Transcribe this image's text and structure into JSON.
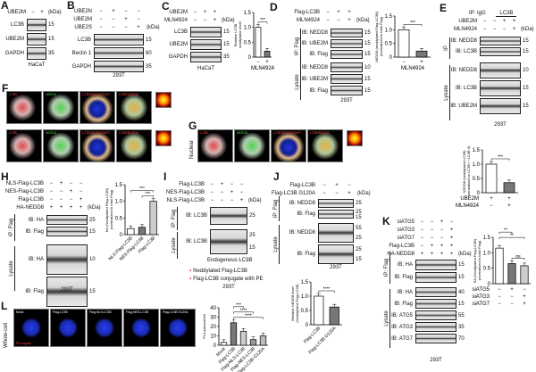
{
  "panels": {
    "A": {
      "letter": "A",
      "kda_header": "(kDa)",
      "conditions": [
        {
          "label": "UBE2M",
          "signs": [
            "−",
            "+"
          ]
        }
      ],
      "blots": [
        {
          "label": "LC3B",
          "kda": [
            "15"
          ]
        },
        {
          "label": "UBE2M",
          "kda": [
            "15"
          ]
        },
        {
          "label": "GAPDH",
          "kda": [
            "35"
          ]
        }
      ],
      "cell": "HaCaT"
    },
    "B": {
      "letter": "B",
      "kda_header": "(kDa)",
      "conditions": [
        {
          "label": "UBE2N",
          "signs": [
            "−",
            "+",
            "−",
            "−"
          ]
        },
        {
          "label": "UBE2M",
          "signs": [
            "−",
            "−",
            "+",
            "−"
          ]
        },
        {
          "label": "UBE2S",
          "signs": [
            "−",
            "−",
            "−",
            "+"
          ]
        }
      ],
      "blots": [
        {
          "label": "LC3B",
          "kda": [
            "15"
          ]
        },
        {
          "label": "Beclin 1",
          "kda": [
            "60"
          ]
        },
        {
          "label": "GAPDH",
          "kda": [
            "35"
          ]
        }
      ],
      "cell": "293T"
    },
    "C": {
      "letter": "C",
      "kda_header": "(kDa)",
      "conditions": [
        {
          "label": "UBE2M",
          "signs": [
            "−",
            "+",
            "+"
          ]
        },
        {
          "label": "MLN4924",
          "signs": [
            "−",
            "−",
            "+"
          ]
        }
      ],
      "blots": [
        {
          "label": "LC3B",
          "kda": [
            "15"
          ]
        },
        {
          "label": "UBE2M",
          "kda": [
            "15"
          ]
        },
        {
          "label": "GAPDH",
          "kda": [
            "35"
          ]
        }
      ],
      "cell": "HaCaT"
    },
    "D": {
      "letter": "D",
      "kda_header": "(kDa)",
      "conditions": [
        {
          "label": "Flag-LC3B",
          "signs": [
            "−",
            "+",
            "+"
          ]
        },
        {
          "label": "MLN4924",
          "signs": [
            "−",
            "−",
            "+"
          ]
        }
      ],
      "groups": [
        "IP: Flag",
        "Lysate"
      ],
      "blots_ip": [
        {
          "label": "IB: NEDD8",
          "kda": [
            "15"
          ]
        },
        {
          "label": "IB: UBE2M",
          "kda": [
            "15"
          ]
        },
        {
          "label": "IB: Flag",
          "kda": [
            "15"
          ]
        }
      ],
      "blots_lysate": [
        {
          "label": "IB: NEDD8",
          "kda": [
            "10"
          ]
        },
        {
          "label": "IB: UBE2M",
          "kda": [
            "15"
          ]
        },
        {
          "label": "IB: Flag",
          "kda": [
            "15"
          ]
        }
      ],
      "cell": "293T"
    },
    "E": {
      "letter": "E",
      "ip_header": {
        "label": "IP:",
        "igg": "IgG",
        "target": "LC3B"
      },
      "kda_header": "(kDa)",
      "conditions": [
        {
          "label": "UBE2M",
          "signs": [
            "−",
            "−",
            "+",
            "+"
          ]
        },
        {
          "label": "MLN4924",
          "signs": [
            "−",
            "−",
            "−",
            "+"
          ]
        }
      ],
      "groups": [
        "IP",
        "Lysate"
      ],
      "blots_ip": [
        {
          "label": "IB: NEDD8",
          "kda": [
            "15"
          ]
        },
        {
          "label": "IB: LC3B",
          "kda": [
            "15"
          ]
        }
      ],
      "blots_lysate": [
        {
          "label": "IB: NEDD8",
          "kda": [
            "10"
          ]
        },
        {
          "label": "IB: LC3B",
          "kda": [
            "15"
          ]
        },
        {
          "label": "IB: UBE2M",
          "kda": [
            "15"
          ]
        }
      ],
      "cell": "293T"
    },
    "F": {
      "letter": "F",
      "row1": [
        "LC3B",
        "UBE2M",
        "LC3B/UBE2M/DAPI",
        "LC3B/UBE2M"
      ],
      "row2": [
        "LC3B",
        "NEDD8",
        "LC3B/NEDD8/DAPI",
        "LC3B/NEDD8"
      ]
    },
    "G": {
      "letter": "G",
      "side": "Nuclear",
      "labels": [
        "LC3B",
        "NEDD8",
        "LC3B/NEDD8/DAPI",
        "LC3B/NEDD8"
      ]
    },
    "H": {
      "letter": "H",
      "kda_header": "(kDa)",
      "conditions": [
        {
          "label": "NLS-Flag-LC3B",
          "signs": [
            "−",
            "+",
            "−",
            "−"
          ]
        },
        {
          "label": "NES-Flag-LC3B",
          "signs": [
            "−",
            "−",
            "+",
            "−"
          ]
        },
        {
          "label": "Flag-LC3B",
          "signs": [
            "−",
            "−",
            "−",
            "+"
          ]
        },
        {
          "label": "HA-NEDD8",
          "signs": [
            "+",
            "+",
            "+",
            "+"
          ]
        }
      ],
      "groups": [
        "IP: Flag",
        "Lysate"
      ],
      "blots_ip": [
        {
          "label": "IB: HA",
          "kda": [
            "25"
          ]
        },
        {
          "label": "IB: Flag",
          "kda": [
            "15"
          ]
        }
      ],
      "blots_lysate": [
        {
          "label": "IB: HA",
          "kda": [
            "10"
          ]
        },
        {
          "label": "IB: Flag",
          "kda": [
            "15"
          ]
        }
      ],
      "cell": "293T"
    },
    "I": {
      "letter": "I",
      "kda_header": "(kDa)",
      "conditions": [
        {
          "label": "Flag-LC3B",
          "signs": [
            "−",
            "+",
            "−",
            "−"
          ]
        },
        {
          "label": "NES-Flag-LC3B",
          "signs": [
            "−",
            "−",
            "+",
            "−"
          ]
        },
        {
          "label": "NLS-Flag-LC3B",
          "signs": [
            "−",
            "−",
            "−",
            "+"
          ]
        }
      ],
      "groups": [
        "IP: Flag",
        "Lysate"
      ],
      "blots_ip": [
        {
          "label": "IB: LC3B",
          "kda": [
            "25"
          ]
        }
      ],
      "blots_lysate": [
        {
          "label": "IB: LC3B",
          "kda": [
            "25",
            "15"
          ]
        }
      ],
      "endogenous": "Endogenous LC3B",
      "legend": [
        "Neddylated Flag-LC3B",
        "Flag-LC3B conjugate with PE"
      ],
      "cell": "293T"
    },
    "J": {
      "letter": "J",
      "kda_header": "(kDa)",
      "conditions": [
        {
          "label": "Flag-LC3B",
          "signs": [
            "−",
            "+",
            "−"
          ]
        },
        {
          "label": "Flag-LC3B G120A",
          "signs": [
            "−",
            "−",
            "+"
          ]
        }
      ],
      "groups": [
        "IP: Flag",
        "Lysate"
      ],
      "blots_ip": [
        {
          "label": "IB: NEDD8",
          "kda": [
            "25"
          ]
        },
        {
          "label": "IB: Flag",
          "kda": [
            "25",
            "15"
          ]
        }
      ],
      "blots_lysate": [
        {
          "label": "IB: NEDD8",
          "kda": [
            "55",
            "25"
          ]
        },
        {
          "label": "IB: Flag",
          "kda": [
            "25",
            "15"
          ]
        }
      ],
      "cell": "293T"
    },
    "K": {
      "letter": "K",
      "kda_header": "(kDa)",
      "conditions": [
        {
          "label": "siATG5",
          "signs": [
            "−",
            "−",
            "+",
            "−"
          ]
        },
        {
          "label": "siATG3",
          "signs": [
            "−",
            "−",
            "−",
            "+"
          ]
        },
        {
          "label": "siATG7",
          "signs": [
            "−",
            "−",
            "−",
            "+"
          ]
        },
        {
          "label": "Flag-LC3B",
          "signs": [
            "−",
            "+",
            "+",
            "+"
          ]
        },
        {
          "label": "HA-NEDD8",
          "signs": [
            "+",
            "+",
            "+",
            "+"
          ]
        }
      ],
      "groups": [
        "IP: Flag",
        "Lysate"
      ],
      "blots_ip": [
        {
          "label": "IB: HA",
          "kda": [
            "15"
          ]
        },
        {
          "label": "IB: Flag",
          "kda": [
            "15"
          ]
        }
      ],
      "blots_lysate": [
        {
          "label": "IB: HA",
          "kda": [
            "40"
          ]
        },
        {
          "label": "IB: Flag",
          "kda": [
            "15"
          ]
        },
        {
          "label": "IB: ATG5",
          "kda": [
            "55"
          ]
        },
        {
          "label": "IB: ATG3",
          "kda": [
            "35"
          ]
        },
        {
          "label": "IB: ATG7",
          "kda": [
            "70"
          ]
        }
      ],
      "cell": "293T"
    },
    "L": {
      "letter": "L",
      "side": "Whole-cell",
      "labels": [
        "Mock",
        "Flag-LC3B",
        "Flag-NLS-LC3B",
        "Flag-NES-LC3B",
        "Flag-LC3B G120A"
      ],
      "signal": "PLA signal"
    }
  },
  "chart_data": [
    {
      "panel": "C",
      "type": "bar",
      "ylabel": "Relative LC3B neddylation level",
      "categories": [
        "−",
        "+"
      ],
      "xlabel": "MLN4924",
      "values": [
        1.0,
        0.2
      ],
      "ylim": [
        0,
        1.5
      ],
      "yticks": [
        0,
        0.5,
        1.0,
        1.5
      ],
      "significance": [
        "***"
      ]
    },
    {
      "panel": "D",
      "type": "bar",
      "ylabel": "NEDD8 (neddylated Flag-LC3B) (normalized to total Flag)",
      "categories": [
        "−",
        "+"
      ],
      "xlabel": "MLN4924",
      "values": [
        1.0,
        0.22
      ],
      "ylim": [
        0,
        1.5
      ],
      "yticks": [
        0,
        0.5,
        1.0,
        1.5
      ],
      "significance": [
        "***"
      ]
    },
    {
      "panel": "E",
      "type": "bar",
      "ylabel": "NEDD8 (neddylated LC3B) (normalized to LC3B I +LC3B II)",
      "categories": [],
      "condition_rows": [
        {
          "label": "UBE2M",
          "signs": [
            "+",
            "+"
          ]
        },
        {
          "label": "MLN4924",
          "signs": [
            "−",
            "+"
          ]
        }
      ],
      "values": [
        1.0,
        0.35
      ],
      "ylim": [
        0,
        1.5
      ],
      "yticks": [
        0,
        0.5,
        1.0,
        1.5
      ],
      "significance": [
        "***"
      ]
    },
    {
      "panel": "H",
      "type": "bar",
      "ylabel": "HA (Neddylated Flag-LC3B) (normalized to total Flag)",
      "categories": [
        "NLS-Flag-LC3B",
        "NES-Flag-LC3B",
        "Flag-LC3B"
      ],
      "values": [
        0.18,
        0.22,
        1.0
      ],
      "ylim": [
        0,
        1.5
      ],
      "yticks": [
        0,
        0.5,
        1.0,
        1.5
      ],
      "significance": [
        "***",
        "***"
      ]
    },
    {
      "panel": "J",
      "type": "bar",
      "ylabel": "Relative NEDD8 level (Neddylated Flag-LC3B)",
      "categories": [
        "Flag-LC3B",
        "Flag-LC3B G120A"
      ],
      "values": [
        1.0,
        0.62
      ],
      "ylim": [
        0,
        1.5
      ],
      "yticks": [
        0,
        0.5,
        1.0,
        1.5
      ],
      "significance": [
        "****"
      ]
    },
    {
      "panel": "K",
      "type": "bar",
      "ylabel": "HA (Neddylated Flag-LC3B) (normalized to total Flag)",
      "categories": [],
      "condition_rows": [
        {
          "label": "siATG5",
          "signs": [
            "−",
            "+",
            "−"
          ]
        },
        {
          "label": "siATG3",
          "signs": [
            "−",
            "−",
            "+"
          ]
        },
        {
          "label": "siATG7",
          "signs": [
            "−",
            "−",
            "+"
          ]
        }
      ],
      "values": [
        1.15,
        0.65,
        0.58
      ],
      "ylim": [
        0,
        1.5
      ],
      "yticks": [
        0,
        0.5,
        1.0,
        1.5
      ],
      "significance": [
        "**",
        "**",
        "ns"
      ]
    },
    {
      "panel": "L",
      "type": "bar",
      "ylabel": "PLA puncta/cell",
      "categories": [
        "Mock",
        "Flag-LC3B",
        "Flag-NLS-LC3B",
        "Flag-NES-LC3B",
        "Flag-LC3B G120A"
      ],
      "values": [
        3,
        24,
        15,
        6,
        10
      ],
      "ylim": [
        0,
        40
      ],
      "yticks": [
        0,
        10,
        20,
        30,
        40
      ],
      "significance": [
        "***",
        "****",
        "****"
      ]
    }
  ]
}
